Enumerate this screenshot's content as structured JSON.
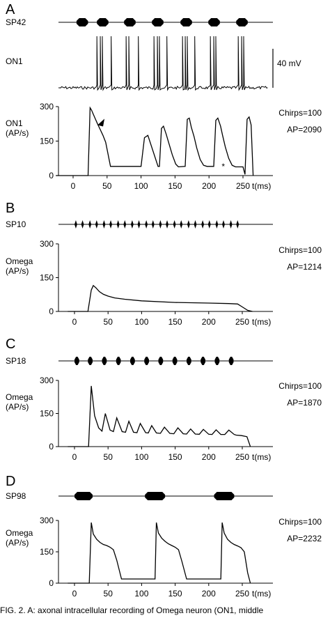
{
  "caption": "FIG. 2.   A: axonal intracellular recording of Omega neuron (ON1, middle",
  "chart_data": [
    {
      "panel": "A",
      "type": "line",
      "stimulus": {
        "label": "SP42",
        "shape": "oval",
        "pulses": [
          [
            5,
            22
          ],
          [
            35,
            52
          ],
          [
            75,
            92
          ],
          [
            116,
            133
          ],
          [
            158,
            175
          ],
          [
            199,
            216
          ],
          [
            240,
            257
          ]
        ]
      },
      "recording": {
        "label": "ON1",
        "scale_bar": "40 mV",
        "spike_times": [
          35,
          37,
          40,
          43,
          56,
          78,
          80,
          82,
          84,
          96,
          119,
          121,
          124,
          127,
          138,
          161,
          163,
          165,
          168,
          179,
          202,
          204,
          207,
          210,
          243,
          245,
          248,
          251
        ]
      },
      "ylabel": [
        "ON1",
        "(AP/s)"
      ],
      "xlabel": "t(ms)",
      "xlim": [
        -25,
        265
      ],
      "ylim": [
        0,
        300
      ],
      "xticks": [
        0,
        50,
        100,
        150,
        200,
        250
      ],
      "yticks": [
        0,
        150,
        300
      ],
      "annotations": [
        "Chirps=100",
        "AP=2090"
      ],
      "markers": [
        {
          "symbol": "arrowhead",
          "x": 40,
          "y": 235
        },
        {
          "symbol": "*",
          "x": 221,
          "y": 28
        }
      ],
      "series": [
        {
          "x": [
            -25,
            22,
            25,
            27,
            30,
            33,
            36,
            40,
            44,
            48,
            55,
            100,
            105,
            110,
            125,
            127,
            130,
            133,
            137,
            141,
            146,
            151,
            155,
            165,
            168,
            171,
            174,
            178,
            182,
            187,
            192,
            197,
            207,
            210,
            213,
            217,
            220,
            224,
            229,
            234,
            239,
            250,
            253,
            256,
            259,
            262,
            265
          ],
          "y": [
            0,
            0,
            295,
            285,
            265,
            245,
            225,
            200,
            175,
            145,
            40,
            40,
            165,
            175,
            40,
            40,
            205,
            215,
            180,
            140,
            90,
            50,
            38,
            40,
            245,
            250,
            210,
            170,
            120,
            70,
            45,
            40,
            40,
            240,
            250,
            215,
            175,
            125,
            75,
            45,
            38,
            38,
            5,
            245,
            255,
            220,
            0
          ]
        }
      ]
    },
    {
      "panel": "B",
      "type": "line",
      "stimulus": {
        "label": "SP10",
        "shape": "diamond",
        "pulses": [
          [
            0,
            4
          ],
          [
            10,
            14
          ],
          [
            21,
            25
          ],
          [
            31,
            35
          ],
          [
            42,
            46
          ],
          [
            52,
            56
          ],
          [
            63,
            67
          ],
          [
            73,
            77
          ],
          [
            84,
            88
          ],
          [
            94,
            98
          ],
          [
            105,
            109
          ],
          [
            115,
            119
          ],
          [
            126,
            130
          ],
          [
            136,
            140
          ],
          [
            147,
            151
          ],
          [
            157,
            161
          ],
          [
            168,
            172
          ],
          [
            178,
            182
          ],
          [
            189,
            193
          ],
          [
            199,
            203
          ],
          [
            210,
            214
          ],
          [
            220,
            224
          ],
          [
            231,
            235
          ],
          [
            241,
            245
          ]
        ]
      },
      "ylabel": [
        "Omega",
        "(AP/s)"
      ],
      "xlabel": "t(ms)",
      "xlim": [
        -10,
        265
      ],
      "ylim": [
        0,
        300
      ],
      "xticks": [
        0,
        50,
        100,
        150,
        200,
        250
      ],
      "yticks": [
        0,
        150,
        300
      ],
      "annotations": [
        "Chirps=100",
        "AP=1214"
      ],
      "series": [
        {
          "x": [
            -10,
            20,
            25,
            28,
            32,
            37,
            43,
            50,
            60,
            75,
            100,
            150,
            200,
            230,
            243,
            250,
            258,
            265
          ],
          "y": [
            0,
            0,
            95,
            115,
            105,
            88,
            76,
            68,
            60,
            54,
            47,
            40,
            37,
            35,
            33,
            20,
            5,
            0
          ]
        }
      ]
    },
    {
      "panel": "C",
      "type": "line",
      "stimulus": {
        "label": "SP18",
        "shape": "oval",
        "pulses": [
          [
            0,
            7
          ],
          [
            20,
            27
          ],
          [
            41,
            48
          ],
          [
            62,
            69
          ],
          [
            83,
            90
          ],
          [
            104,
            111
          ],
          [
            125,
            132
          ],
          [
            146,
            153
          ],
          [
            167,
            174
          ],
          [
            188,
            195
          ],
          [
            209,
            216
          ],
          [
            230,
            237
          ]
        ]
      },
      "ylabel": [
        "Omega",
        "(AP/s)"
      ],
      "xlabel": "t(ms)",
      "xlim": [
        -10,
        265
      ],
      "ylim": [
        0,
        300
      ],
      "xticks": [
        0,
        50,
        100,
        150,
        200,
        250
      ],
      "yticks": [
        0,
        150,
        300
      ],
      "annotations": [
        "Chirps=100",
        "AP=1870"
      ],
      "series": [
        {
          "x": [
            -10,
            21,
            25,
            30,
            36,
            41,
            46,
            53,
            58,
            63,
            71,
            76,
            81,
            88,
            93,
            98,
            106,
            110,
            115,
            122,
            128,
            134,
            142,
            148,
            154,
            162,
            167,
            173,
            180,
            186,
            192,
            200,
            205,
            211,
            218,
            224,
            230,
            238,
            241,
            249,
            257,
            262
          ],
          "y": [
            0,
            0,
            275,
            140,
            85,
            70,
            150,
            75,
            68,
            130,
            68,
            65,
            115,
            65,
            63,
            105,
            63,
            62,
            95,
            62,
            60,
            88,
            60,
            58,
            85,
            58,
            57,
            80,
            57,
            56,
            78,
            56,
            55,
            76,
            55,
            55,
            75,
            55,
            52,
            50,
            45,
            0
          ]
        }
      ]
    },
    {
      "panel": "D",
      "type": "line",
      "stimulus": {
        "label": "SP98",
        "shape": "oval",
        "pulses": [
          [
            0,
            27
          ],
          [
            105,
            135
          ],
          [
            208,
            238
          ]
        ]
      },
      "ylabel": [
        "Omega",
        "(AP/s)"
      ],
      "xlabel": "t(ms)",
      "xlim": [
        -10,
        265
      ],
      "ylim": [
        0,
        300
      ],
      "xticks": [
        0,
        50,
        100,
        150,
        200,
        250
      ],
      "yticks": [
        0,
        150,
        300
      ],
      "annotations": [
        "Chirps=100",
        "AP=2232"
      ],
      "series": [
        {
          "x": [
            -10,
            22,
            25,
            28,
            33,
            38,
            43,
            48,
            53,
            58,
            63,
            70,
            100,
            120,
            122,
            125,
            130,
            135,
            140,
            145,
            150,
            155,
            160,
            167,
            210,
            218,
            220,
            223,
            228,
            233,
            238,
            243,
            248,
            253,
            258,
            262
          ],
          "y": [
            0,
            0,
            290,
            235,
            210,
            195,
            185,
            180,
            172,
            160,
            110,
            20,
            20,
            20,
            290,
            240,
            215,
            200,
            188,
            180,
            172,
            160,
            105,
            20,
            20,
            20,
            290,
            240,
            210,
            195,
            185,
            178,
            170,
            150,
            50,
            0
          ]
        }
      ]
    }
  ]
}
